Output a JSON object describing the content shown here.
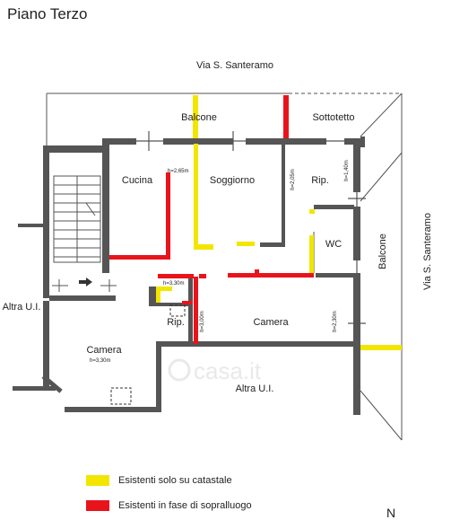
{
  "title": "Piano Terzo",
  "streets": {
    "north": "Via S. Santeramo",
    "east": "Via S. Santeramo"
  },
  "rooms": [
    {
      "id": "balcone-top",
      "label": "Balcone"
    },
    {
      "id": "sottotetto",
      "label": "Sottotetto"
    },
    {
      "id": "cucina",
      "label": "Cucina"
    },
    {
      "id": "soggiorno",
      "label": "Soggiorno"
    },
    {
      "id": "rip-top",
      "label": "Rip."
    },
    {
      "id": "wc",
      "label": "WC"
    },
    {
      "id": "balcone-right",
      "label": "Balcone"
    },
    {
      "id": "altra-ui-left",
      "label": "Altra U.I."
    },
    {
      "id": "rip-bottom",
      "label": "Rip."
    },
    {
      "id": "camera-center",
      "label": "Camera"
    },
    {
      "id": "camera-left",
      "label": "Camera"
    },
    {
      "id": "altra-ui-bottom",
      "label": "Altra U.I."
    }
  ],
  "heights": [
    {
      "id": "h-cucina",
      "label": "h=2,65m"
    },
    {
      "id": "h-soggiorno",
      "label": "h=2,05m"
    },
    {
      "id": "h-rip",
      "label": "h=1,40m"
    },
    {
      "id": "h-corridor",
      "label": "h=3,30m"
    },
    {
      "id": "h-rip-bottom",
      "label": "h=3,00m"
    },
    {
      "id": "h-camera-center",
      "label": "h=2,30m"
    },
    {
      "id": "h-camera-left",
      "label": "h=3,30m"
    }
  ],
  "watermark": "casa.it",
  "legend": [
    {
      "color": "#f2e600",
      "label": "Esistenti solo su catastale"
    },
    {
      "color": "#e8141c",
      "label": "Esistenti in fase di sopralluogo"
    }
  ],
  "compass": "N",
  "colors": {
    "wall": "#555555",
    "yellow": "#f2e600",
    "red": "#e8141c"
  }
}
